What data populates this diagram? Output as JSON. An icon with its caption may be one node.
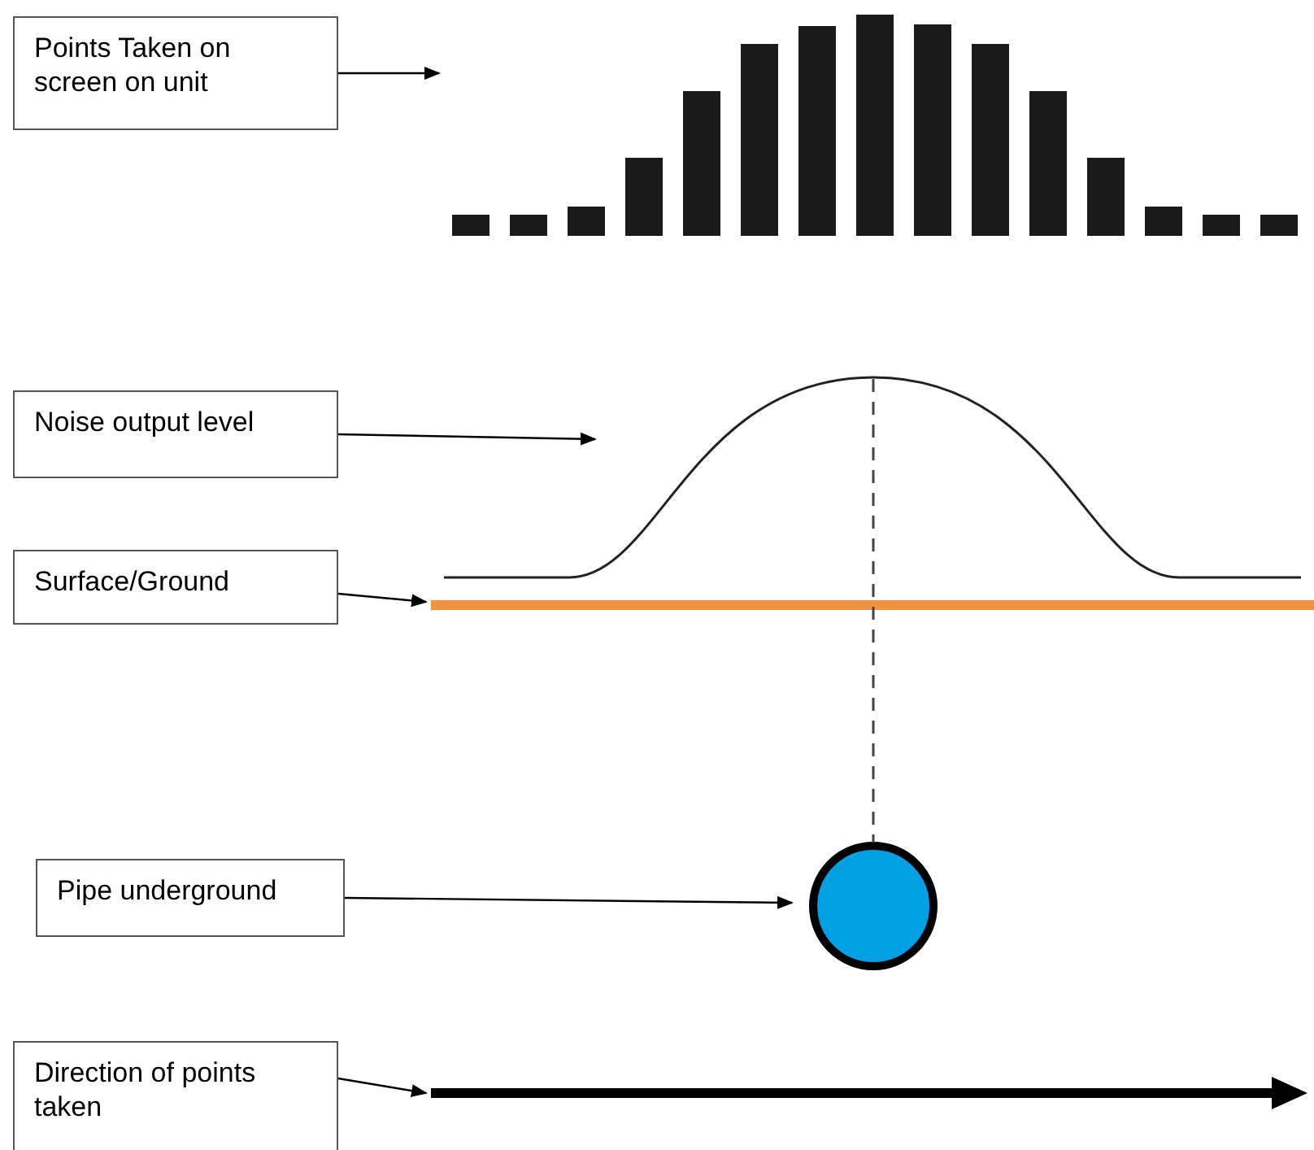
{
  "diagram": {
    "nodes": [
      {
        "text": [
          "Points Taken on screen on unit"
        ]
      },
      {
        "text": [],
        "shape": "picture"
      },
      {
        "text": [
          "Noise output level"
        ]
      },
      {
        "text": [],
        "shape": "picture"
      },
      {
        "text": [
          "Surface/Ground"
        ]
      },
      {
        "text": [],
        "shape": "bar"
      },
      {
        "text": [
          "Pipe underground"
        ]
      },
      {
        "text": [],
        "shape": "circle"
      },
      {
        "text": [
          "Direction of points taken"
        ]
      },
      {
        "text": [],
        "shape": "picture"
      }
    ],
    "edges": [
      {
        "from": 0,
        "to": 1,
        "arrow": "to"
      },
      {
        "from": 2,
        "to": 3,
        "arrow": "to"
      },
      {
        "from": 4,
        "to": 5,
        "arrow": "to"
      },
      {
        "from": 6,
        "to": 7,
        "arrow": "to"
      },
      {
        "from": 8,
        "to": 9,
        "arrow": "to"
      },
      {
        "from": 3,
        "to": 7,
        "arrow": "none",
        "style": "dashed",
        "color": "#444444"
      }
    ]
  }
}
